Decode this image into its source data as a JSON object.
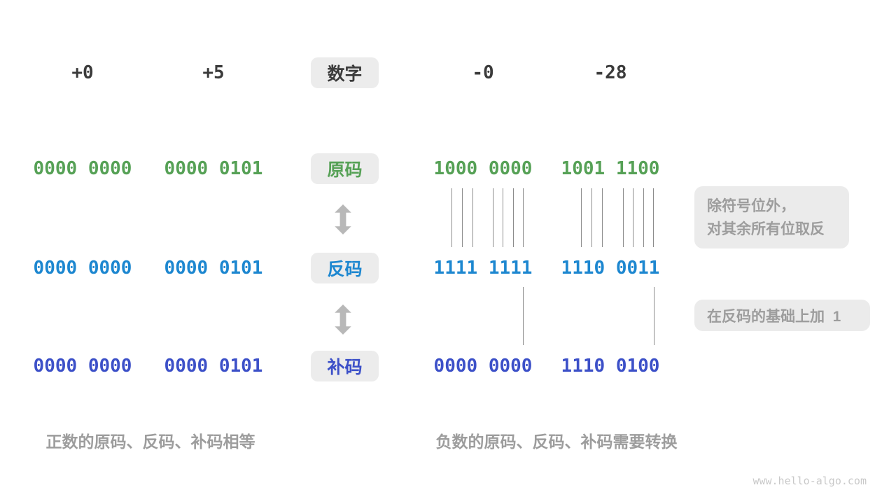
{
  "palette": {
    "background": "#ffffff",
    "dark_text": "#3b3b3b",
    "sign_magnitude_green": "#56a156",
    "ones_complement_blue": "#1d87d0",
    "twos_complement_indigo": "#3c50c8",
    "note_bg": "#ebebeb",
    "note_text": "#9d9d9d",
    "tick_line": "#8c8c8c",
    "arrow_gray": "#b8b8b8",
    "watermark_text": "#c9c9c9"
  },
  "header": {
    "label": "数字",
    "values": [
      "+0",
      "+5",
      "-0",
      "-28"
    ]
  },
  "rows": [
    {
      "name": "原码",
      "color": "#56a156",
      "values": [
        "0000 0000",
        "0000 0101",
        "1000 0000",
        "1001 1100"
      ]
    },
    {
      "name": "反码",
      "color": "#1d87d0",
      "values": [
        "0000 0000",
        "0000 0101",
        "1111 1111",
        "1110 0011"
      ]
    },
    {
      "name": "补码",
      "color": "#3c50c8",
      "values": [
        "0000 0000",
        "0000 0101",
        "0000 0000",
        "1110 0100"
      ]
    }
  ],
  "notes": {
    "invert_line1": "除符号位外，",
    "invert_line2": "对其余所有位取反",
    "add_one": "在反码的基础上加  1"
  },
  "captions": {
    "positive": "正数的原码、反码、补码相等",
    "negative": "负数的原码、反码、补码需要转换"
  },
  "watermark": "www.hello-algo.com"
}
